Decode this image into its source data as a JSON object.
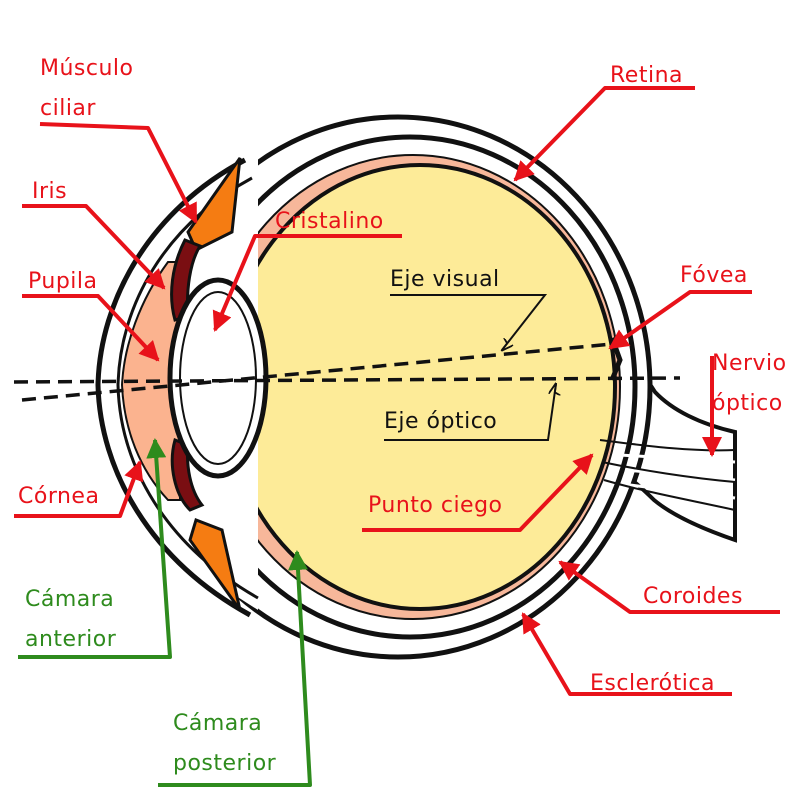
{
  "colors": {
    "label_red": "#e8121a",
    "label_green": "#2e8b1d",
    "axis_text": "#111111",
    "vitreous": "#fdeb98",
    "cornea": "#fbb38f",
    "choroid": "#f7b79a",
    "muscle": "#f57c12",
    "iris": "#7a0e12",
    "outline": "#111111"
  },
  "labels": [
    {
      "id": "musculo-ciliar",
      "lines": [
        "Músculo",
        "ciliar"
      ],
      "color": "red"
    },
    {
      "id": "retina",
      "lines": [
        "Retina"
      ],
      "color": "red"
    },
    {
      "id": "iris",
      "lines": [
        "Iris"
      ],
      "color": "red"
    },
    {
      "id": "cristalino",
      "lines": [
        "Cristalino"
      ],
      "color": "red"
    },
    {
      "id": "pupila",
      "lines": [
        "Pupila"
      ],
      "color": "red"
    },
    {
      "id": "fovea",
      "lines": [
        "Fóvea"
      ],
      "color": "red"
    },
    {
      "id": "eje-visual",
      "lines": [
        "Eje visual"
      ],
      "color": "axis"
    },
    {
      "id": "nervio-optico",
      "lines": [
        "Nervio",
        "óptico"
      ],
      "color": "red"
    },
    {
      "id": "eje-optico",
      "lines": [
        "Eje óptico"
      ],
      "color": "axis"
    },
    {
      "id": "cornea",
      "lines": [
        "Córnea"
      ],
      "color": "red"
    },
    {
      "id": "punto-ciego",
      "lines": [
        "Punto ciego"
      ],
      "color": "red"
    },
    {
      "id": "coroides",
      "lines": [
        "Coroides"
      ],
      "color": "red"
    },
    {
      "id": "camara-anterior",
      "lines": [
        "Cámara",
        "anterior"
      ],
      "color": "green"
    },
    {
      "id": "esclerotica",
      "lines": [
        "Esclerótica"
      ],
      "color": "red"
    },
    {
      "id": "camara-posterior",
      "lines": [
        "Cámara",
        "posterior"
      ],
      "color": "green"
    }
  ]
}
